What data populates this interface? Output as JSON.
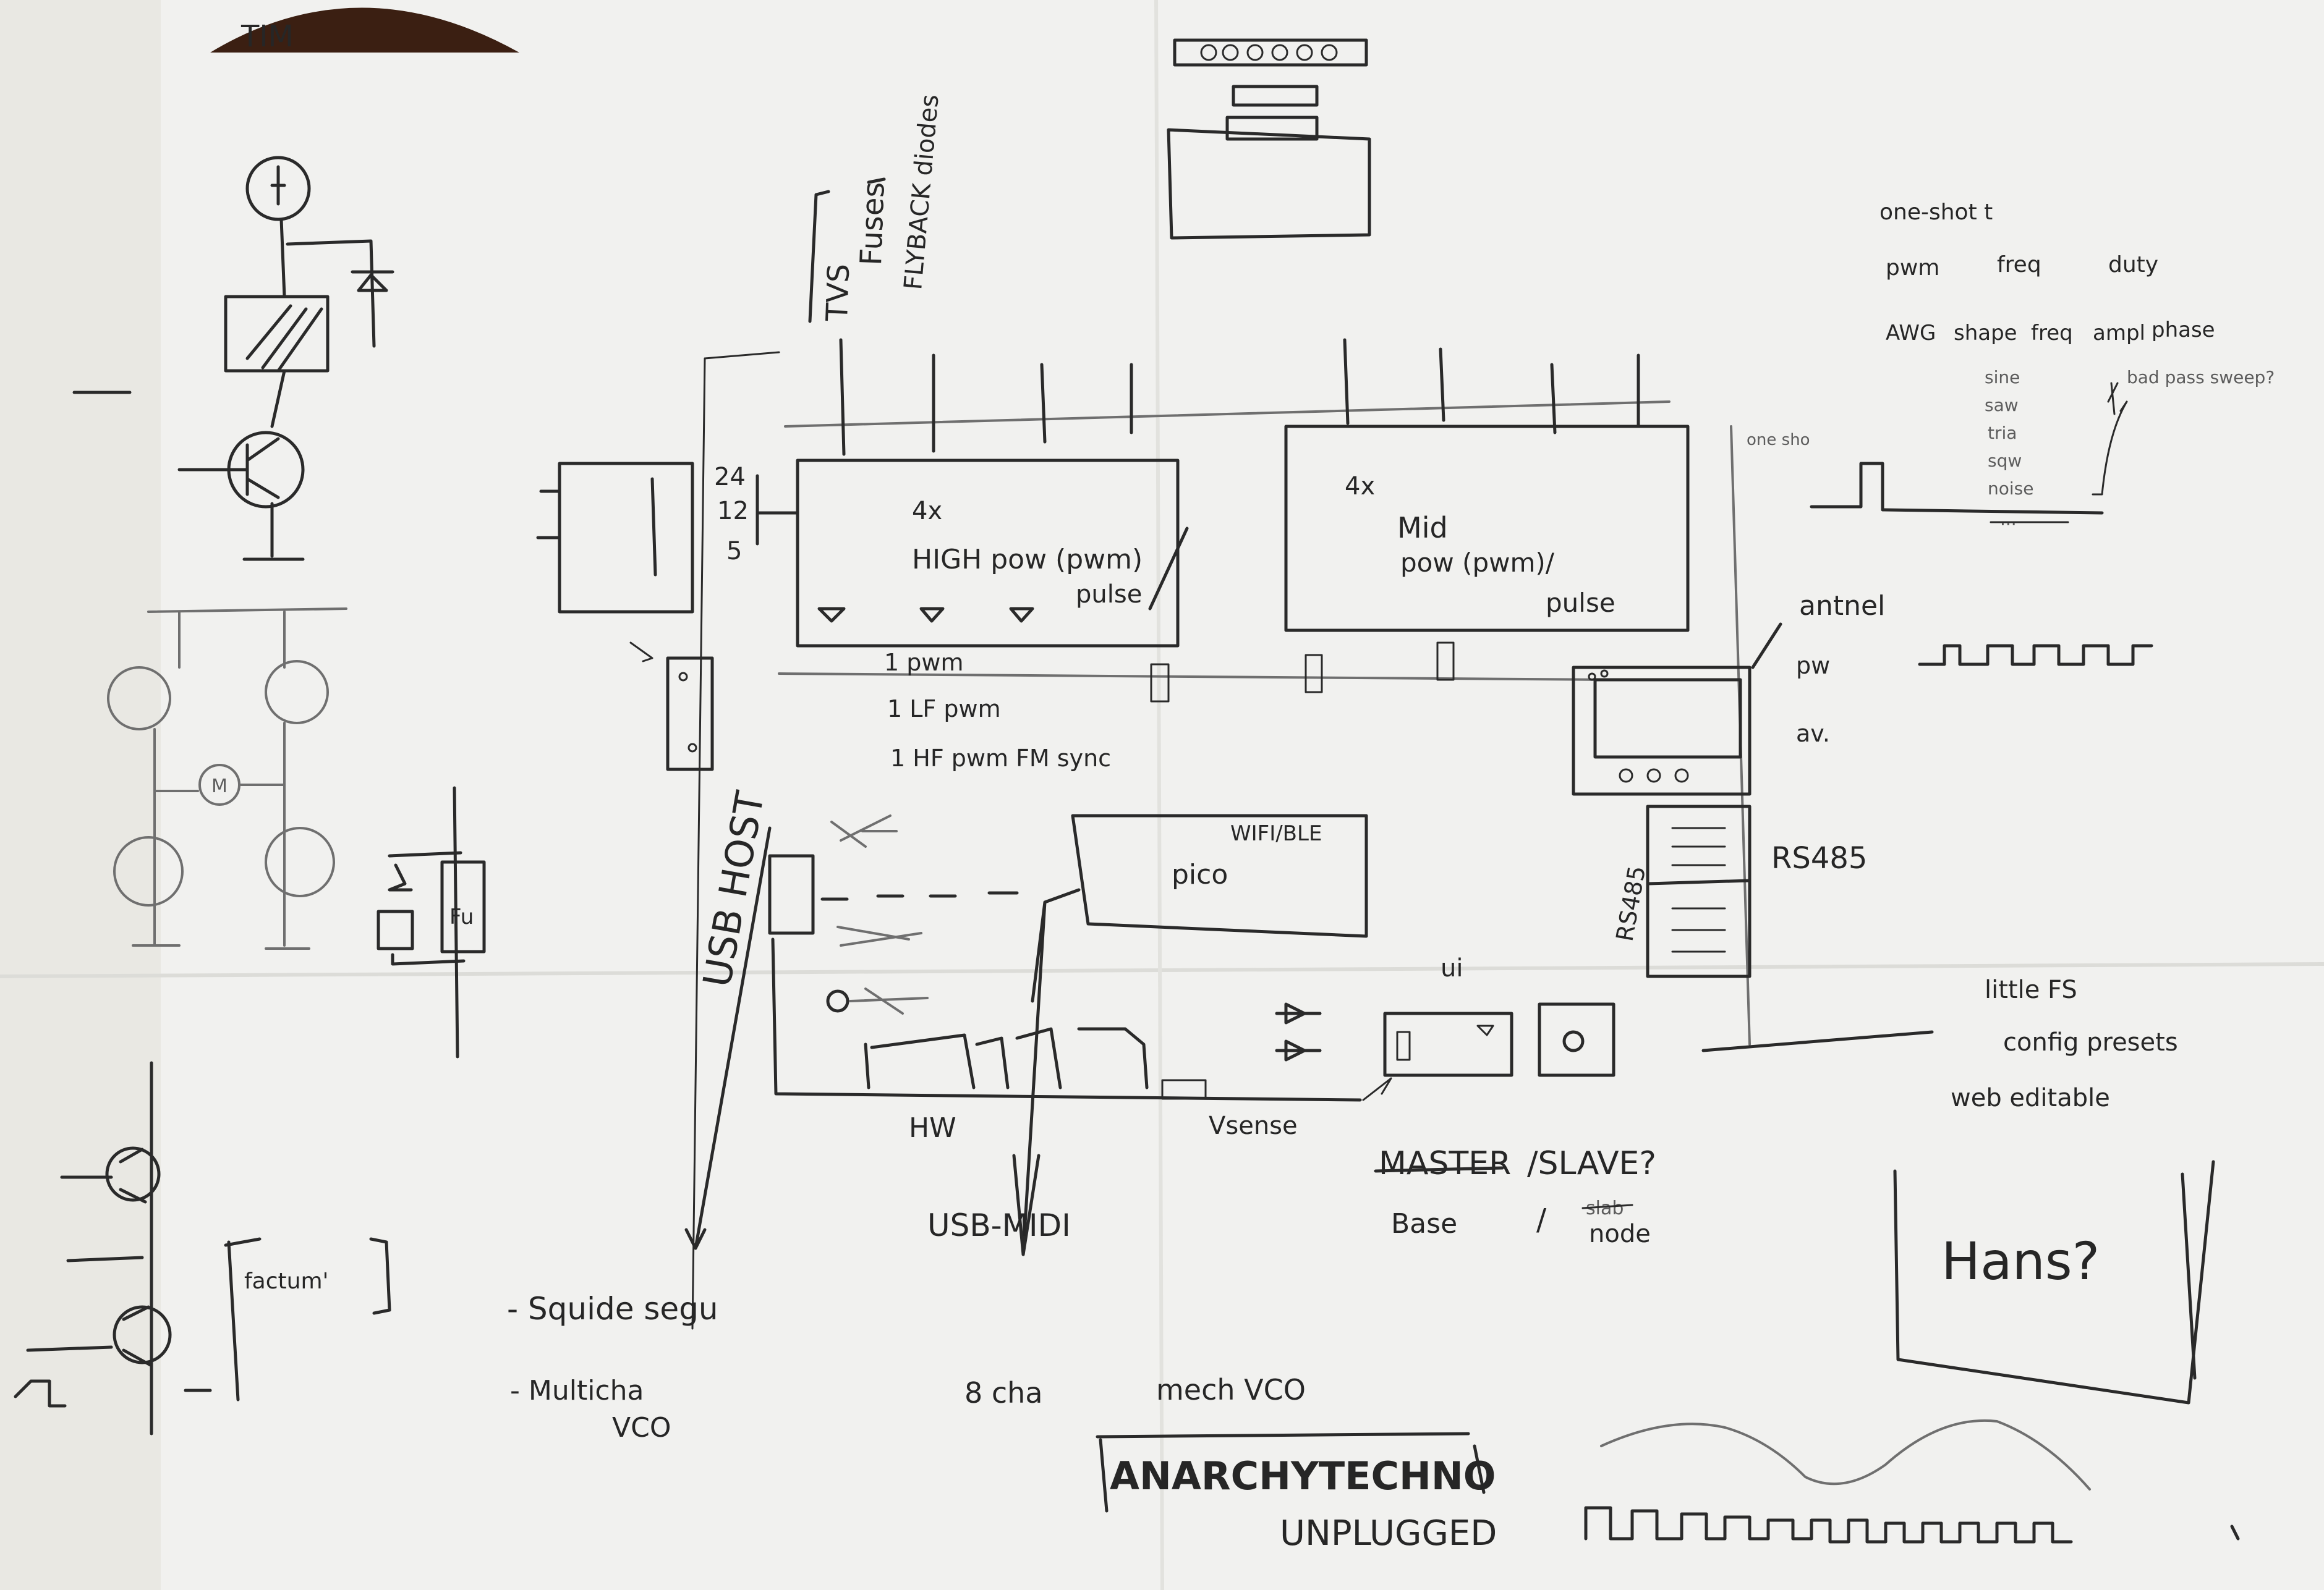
{
  "supply": {
    "rails": [
      "24",
      "12",
      "5"
    ]
  },
  "protection": {
    "tvs": "TVS",
    "fuses": "Fuses",
    "flyback": "FLYBACK diodes"
  },
  "high_power": {
    "count": "4x",
    "title": "HIGH pow (pwm)",
    "sub": "pulse"
  },
  "mid_power": {
    "count": "4x",
    "title": "Mid",
    "sub1": "pow (pwm)/",
    "sub2": "pulse"
  },
  "pwm_lines": {
    "pwm": "1 pwm",
    "lf": "1 LF pwm",
    "hf": "1 HF pwm FM sync"
  },
  "pico": {
    "label": "pico",
    "wireless": "WIFI/BLE"
  },
  "usb_host": "USB HOST",
  "usb_midi": "USB-MIDI",
  "hw": "HW",
  "vsense": "Vsense",
  "ui": "ui",
  "rs485": {
    "label": "RS485",
    "vertical": "RS485"
  },
  "antenna": "antnel",
  "scope": {
    "pw": "pw",
    "av": "av."
  },
  "role": {
    "struck": "MASTER",
    "line": "/SLAVE?",
    "base": "Base",
    "slash": "/",
    "struck2": "slab",
    "node": "node"
  },
  "modes": {
    "oneshot": "one-shot t",
    "pwm": [
      "pwm",
      "freq",
      "duty"
    ],
    "awg": [
      "AWG",
      "shape",
      "freq",
      "ampl",
      "phase"
    ],
    "shapes": [
      "sine",
      "saw",
      "tria",
      "sqw",
      "noise"
    ],
    "struck": "...",
    "bandpass": "bad pass sweep?",
    "oneshot_small": "one sho"
  },
  "fs": [
    "little FS",
    "config presets",
    "web editable"
  ],
  "box_right": "Hans?",
  "bracket_left": "factum'",
  "notes": [
    "- Squide segu",
    "- Multicha",
    "VCO"
  ],
  "bottom": {
    "chan": "8 cha",
    "vco": "mech VCO",
    "title": "ANARCHYTECHNO",
    "unplugged": "UNPLUGGED"
  },
  "stamp": "TIM",
  "fuse_label": "Fu"
}
